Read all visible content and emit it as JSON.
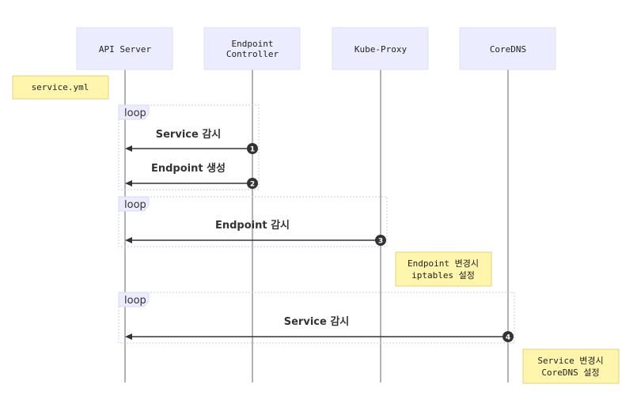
{
  "actors": [
    {
      "id": "api",
      "lines": [
        "API Server"
      ]
    },
    {
      "id": "ec",
      "lines": [
        "Endpoint",
        "Controller"
      ]
    },
    {
      "id": "kp",
      "lines": [
        "Kube-Proxy"
      ]
    },
    {
      "id": "dns",
      "lines": [
        "CoreDNS"
      ]
    }
  ],
  "notes": [
    {
      "lines": [
        "service.yml"
      ]
    },
    {
      "lines": [
        "Endpoint 변경시",
        "iptables 설정"
      ]
    },
    {
      "lines": [
        "Service 변경시",
        "CoreDNS 설정"
      ]
    }
  ],
  "loops": [
    {
      "label": "loop"
    },
    {
      "label": "loop"
    },
    {
      "label": "loop"
    }
  ],
  "messages": [
    {
      "seq": "1",
      "text": "Service 감시",
      "from": "ec",
      "to": "api"
    },
    {
      "seq": "2",
      "text": "Endpoint 생성",
      "from": "ec",
      "to": "api"
    },
    {
      "seq": "3",
      "text": "Endpoint 감시",
      "from": "kp",
      "to": "api"
    },
    {
      "seq": "4",
      "text": "Service 감시",
      "from": "dns",
      "to": "api"
    }
  ],
  "colors": {
    "actor_fill": "#ECECFF",
    "note_fill": "#FFF5AD",
    "line": "#333333",
    "lifeline": "#999999"
  }
}
